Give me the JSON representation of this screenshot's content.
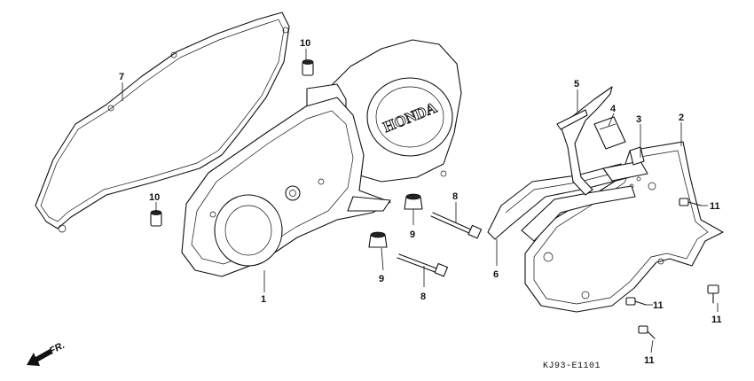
{
  "brand_mark": "HONDA",
  "direction_label": "FR.",
  "diagram_code": "KJ93-E1101",
  "callouts": [
    "1",
    "2",
    "3",
    "4",
    "5",
    "6",
    "7",
    "8",
    "9",
    "10",
    "11"
  ]
}
